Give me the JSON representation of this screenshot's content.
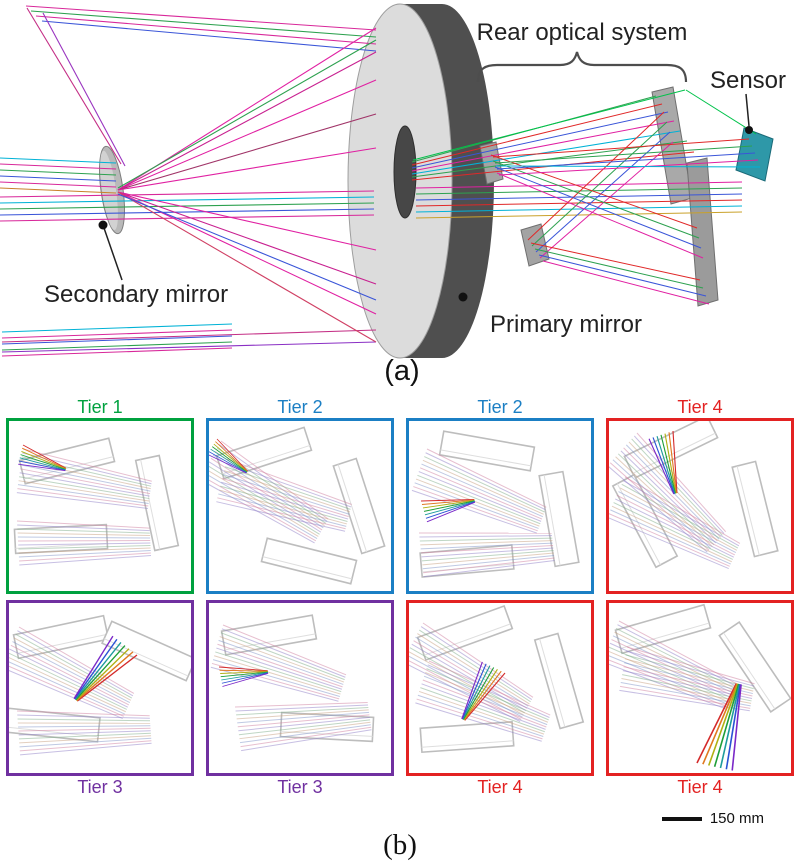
{
  "figure": {
    "part_a": {
      "caption": "(a)",
      "labels": {
        "rear_optical_system": "Rear optical system",
        "sensor": "Sensor",
        "secondary_mirror": "Secondary mirror",
        "primary_mirror": "Primary mirror"
      },
      "colors": {
        "sensor_fill": "#2e98a8"
      }
    },
    "part_b": {
      "caption": "(b)",
      "scale_bar_label": "150 mm",
      "panels": [
        {
          "label": "Tier 1",
          "color": "#00a13f"
        },
        {
          "label": "Tier 2",
          "color": "#1b7fc4"
        },
        {
          "label": "Tier 2",
          "color": "#1b7fc4"
        },
        {
          "label": "Tier 4",
          "color": "#e32222"
        },
        {
          "label": "Tier 3",
          "color": "#7030a0"
        },
        {
          "label": "Tier 3",
          "color": "#7030a0"
        },
        {
          "label": "Tier 4",
          "color": "#e32222"
        },
        {
          "label": "Tier 4",
          "color": "#e32222"
        }
      ]
    }
  }
}
